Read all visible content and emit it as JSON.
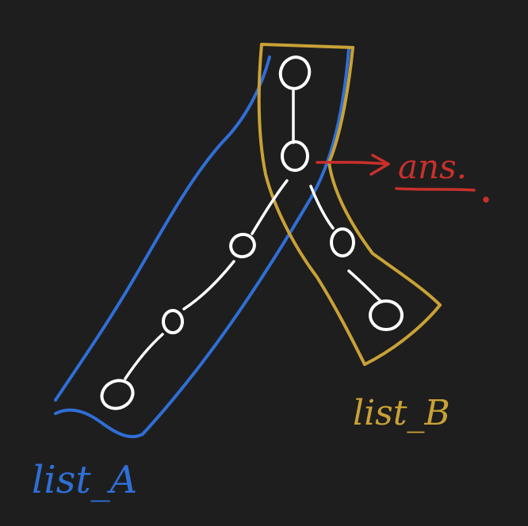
{
  "labels": {
    "list_a": "list_A",
    "list_b": "list_B",
    "answer": "ans."
  },
  "colors": {
    "background": "#1e1e1e",
    "list_a": "#2f6fd6",
    "list_b": "#c9a136",
    "answer": "#c9302c",
    "nodes": "#ffffff"
  }
}
